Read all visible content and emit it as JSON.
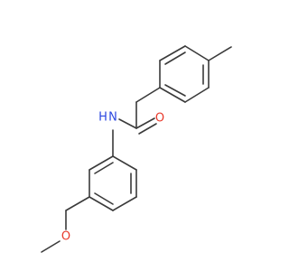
{
  "molecule": {
    "atom_labels": {
      "carbonyl_oxygen": "O",
      "amide_nitrogen": "N",
      "amide_hydrogen": "H",
      "ether_oxygen": "O"
    },
    "colors": {
      "bond": "#3a3a3a",
      "oxygen": "#e8382a",
      "nitrogen": "#2b47e0",
      "background": "#ffffff"
    }
  }
}
